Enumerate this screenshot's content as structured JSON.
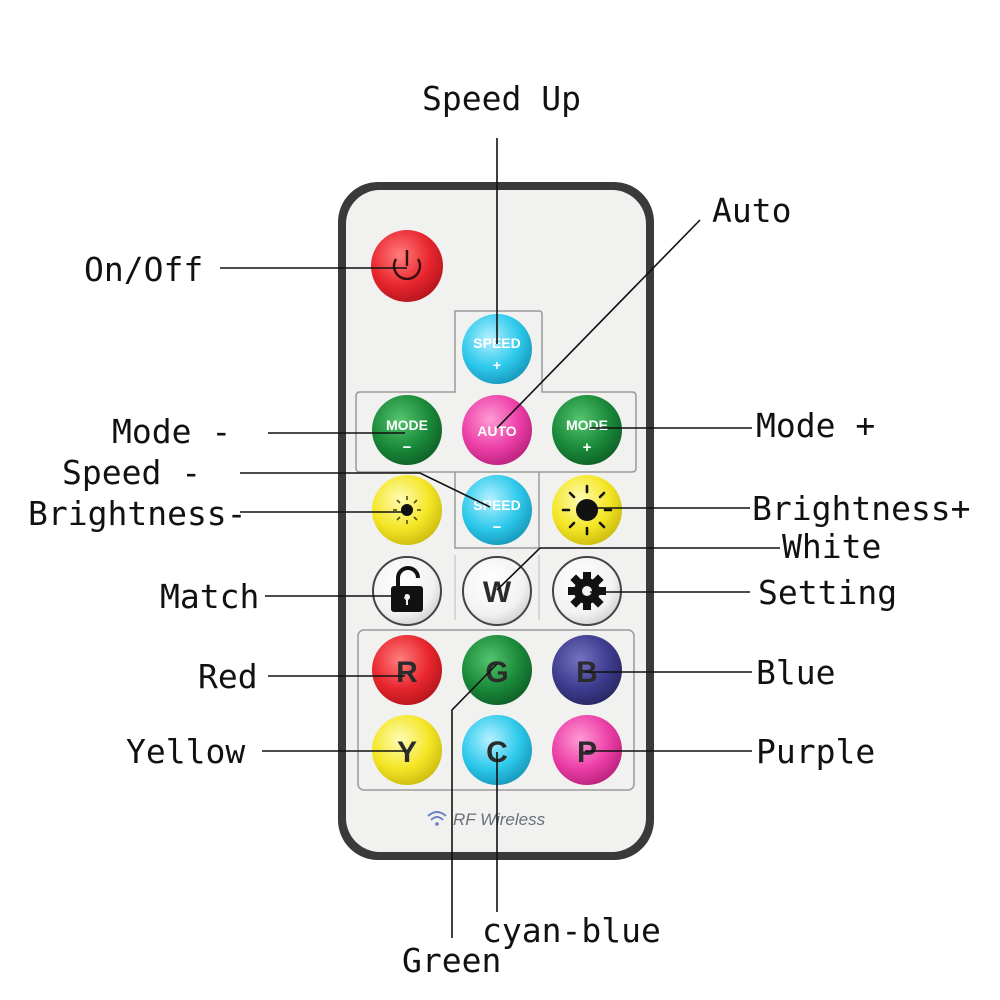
{
  "labels": {
    "speed_up": "Speed Up",
    "auto": "Auto",
    "on_off": "On/Off",
    "mode_minus": "Mode -",
    "mode_plus": "Mode +",
    "speed_minus": "Speed -",
    "brightness_minus": "Brightness-",
    "brightness_plus": "Brightness+",
    "white": "White",
    "match": "Match",
    "setting": "Setting",
    "red": "Red",
    "blue": "Blue",
    "yellow": "Yellow",
    "purple": "Purple",
    "cyan_blue": "cyan-blue",
    "green": "Green"
  },
  "buttons": {
    "speed_plus_top": "SPEED",
    "speed_plus_bottom": "+",
    "mode_minus_top": "MODE",
    "mode_minus_bottom": "−",
    "auto": "AUTO",
    "mode_plus_top": "MODE",
    "mode_plus_bottom": "+",
    "speed_minus_top": "SPEED",
    "speed_minus_bottom": "−",
    "white": "W",
    "red": "R",
    "green": "G",
    "blue": "B",
    "yellow": "Y",
    "cyan": "C",
    "purple": "P"
  },
  "remote": {
    "brand_text": "RF Wireless"
  },
  "colors": {
    "red": "#e8262e",
    "green": "#1a8a3a",
    "blue": "#3e3c8e",
    "yellow": "#f4e625",
    "cyan": "#2ec9ec",
    "pink": "#ec3fa7",
    "white_button": "#f4f4f4"
  }
}
